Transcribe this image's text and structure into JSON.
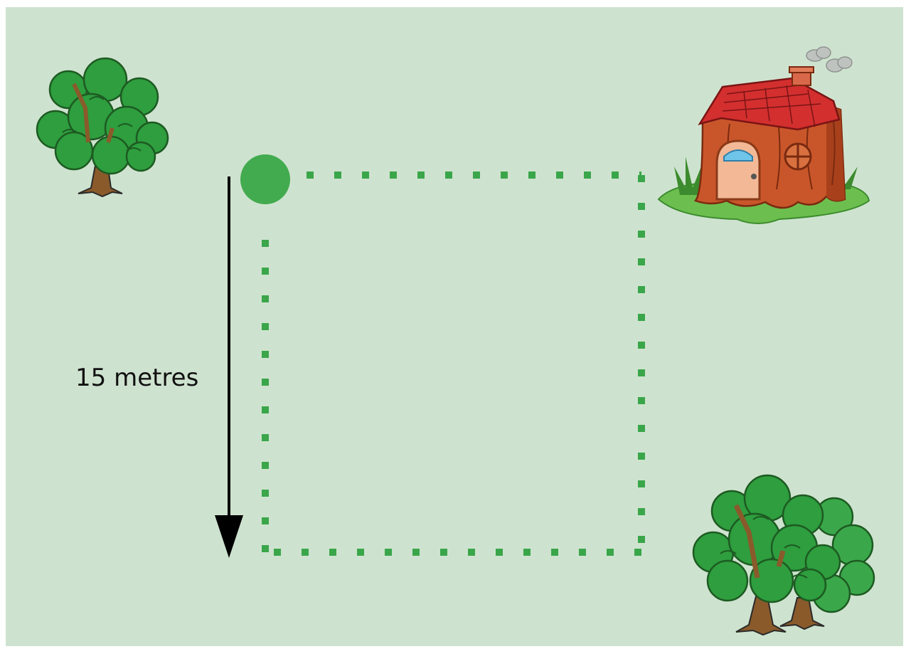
{
  "diagram": {
    "colors": {
      "background": "#cee3cf",
      "path": "#3aa64a",
      "start_marker": "#43ab4f",
      "arrow": "#000000",
      "tree_leaf": "#2e9e3e",
      "tree_trunk": "#8a5a2b",
      "house_wall": "#c9562a",
      "house_roof": "#d32f2f"
    },
    "measurement": {
      "label": "15 metres",
      "direction": "down"
    },
    "icons": [
      "tree-icon",
      "house-icon",
      "forest-icon",
      "start-point-marker"
    ]
  }
}
